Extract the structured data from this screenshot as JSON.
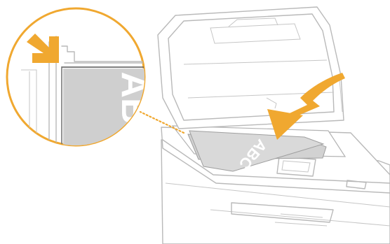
{
  "illustration": {
    "document_text": "ABC",
    "magnified_text": "AB"
  },
  "colors": {
    "accent": "#f0a830",
    "outline": "#b9b9b9",
    "paper": "#d2d2d2",
    "document_text": "#ffffff"
  },
  "icons": {
    "direction_arrow": "place-document-arrow",
    "alignment_arrow": "corner-alignment-arrow"
  }
}
